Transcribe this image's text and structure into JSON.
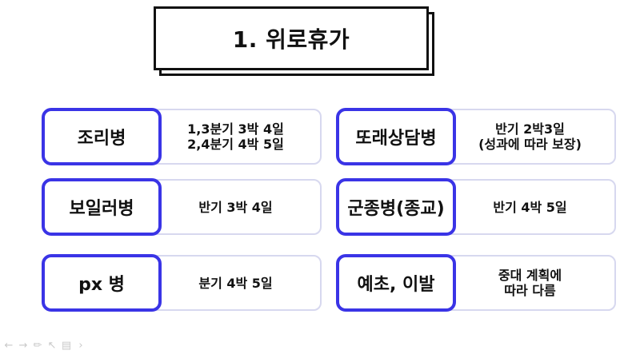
{
  "title": "1. 위로휴가",
  "rows": [
    [
      {
        "label": "조리병",
        "value": "1,3분기 3박 4일\n2,4분기 4박 5일"
      },
      {
        "label": "또래상담병",
        "value": "반기 2박3일\n(성과에 따라 보장)"
      }
    ],
    [
      {
        "label": "보일러병",
        "value": "반기 3박 4일"
      },
      {
        "label": "군종병(종교)",
        "value": "반기 4박 5일"
      }
    ],
    [
      {
        "label": "px 병",
        "value": "분기 4박 5일"
      },
      {
        "label": "예초, 이발",
        "value": "중대 계획에\n따라 다름"
      }
    ]
  ],
  "nav_icons": [
    "arrow-left-icon",
    "arrow-right-icon",
    "pen-icon",
    "pointer-icon",
    "notes-icon",
    "chevron-right-icon"
  ],
  "colors": {
    "accent": "#3a34e6",
    "value_border": "#d7d8ef"
  }
}
